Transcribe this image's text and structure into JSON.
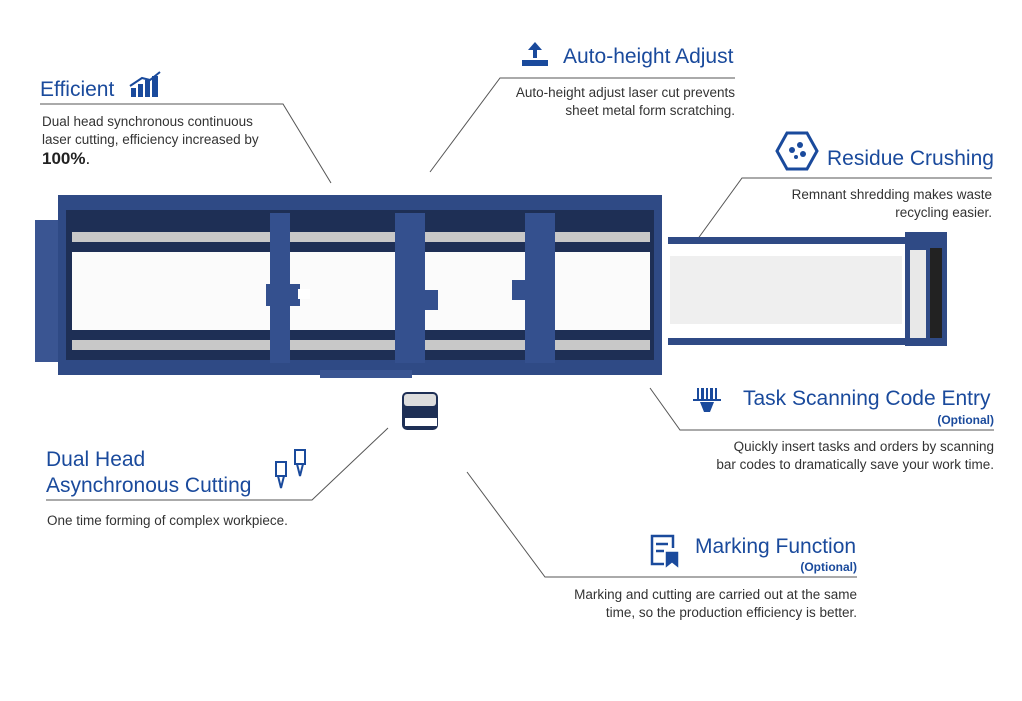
{
  "features": {
    "efficient": {
      "title": "Efficient",
      "desc1": "Dual head synchronous continuous",
      "desc2": "laser cutting, efficiency increased by",
      "highlight": "100%",
      "suffix": ".",
      "icon": "bar-chart-icon"
    },
    "auto_height": {
      "title": "Auto-height Adjust",
      "desc1": "Auto-height adjust laser cut prevents",
      "desc2": "sheet metal form scratching.",
      "icon": "height-adjust-icon"
    },
    "residue": {
      "title": "Residue Crushing",
      "desc1": "Remnant shredding makes waste",
      "desc2": "recycling easier.",
      "icon": "crush-hexagon-icon"
    },
    "scanning": {
      "title": "Task Scanning Code Entry",
      "optional": "(Optional)",
      "desc1": "Quickly insert tasks and orders by scanning",
      "desc2": "bar codes to dramatically save your work time.",
      "icon": "barcode-scanner-icon"
    },
    "dual_head": {
      "title1": "Dual Head",
      "title2": "Asynchronous Cutting",
      "desc": "One time forming of complex workpiece.",
      "icon": "cutting-heads-icon"
    },
    "marking": {
      "title": "Marking Function",
      "optional": "(Optional)",
      "desc1": "Marking and cutting are carried out at the same",
      "desc2": "time, so the production efficiency is better.",
      "icon": "marking-document-icon"
    }
  },
  "colors": {
    "accent": "#1a4a9c",
    "machine": "#2f4a85",
    "line": "#555555"
  }
}
